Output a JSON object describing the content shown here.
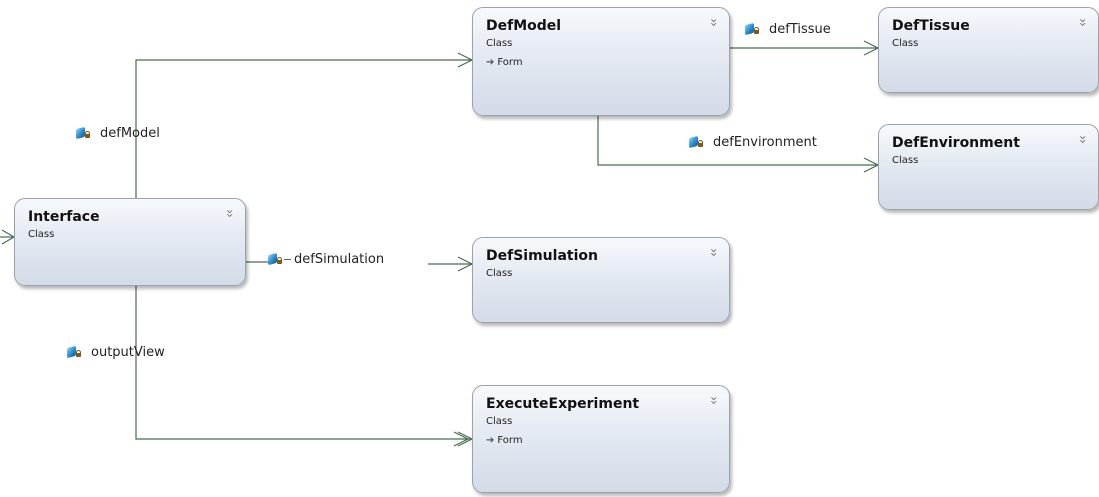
{
  "diagram": {
    "classes": [
      {
        "id": "defmodel",
        "name": "DefModel",
        "stereotype": "Class",
        "base": "Form"
      },
      {
        "id": "deftissue",
        "name": "DefTissue",
        "stereotype": "Class",
        "base": ""
      },
      {
        "id": "defenvironment",
        "name": "DefEnvironment",
        "stereotype": "Class",
        "base": ""
      },
      {
        "id": "interface",
        "name": "Interface",
        "stereotype": "Class",
        "base": ""
      },
      {
        "id": "defsimulation",
        "name": "DefSimulation",
        "stereotype": "Class",
        "base": ""
      },
      {
        "id": "executeexperiment",
        "name": "ExecuteExperiment",
        "stereotype": "Class",
        "base": "Form"
      }
    ],
    "associations": [
      {
        "id": "deftissue",
        "label": "defTissue",
        "from": "DefModel",
        "to": "DefTissue"
      },
      {
        "id": "defenvironment",
        "label": "defEnvironment",
        "from": "DefModel",
        "to": "DefEnvironment"
      },
      {
        "id": "defmodel",
        "label": "defModel",
        "from": "Interface",
        "to": "DefModel"
      },
      {
        "id": "defsimulation",
        "label": "defSimulation",
        "from": "Interface",
        "to": "DefSimulation"
      },
      {
        "id": "outputview",
        "label": "outputView",
        "from": "Interface",
        "to": "ExecuteExperiment"
      }
    ],
    "icons": {
      "collapse": "double-chevron-icon",
      "field": "private-field-icon",
      "inheritance": "inheritance-icon"
    },
    "colors": {
      "connector": "#4a6d52",
      "box_border": "#9aa3ad"
    }
  }
}
